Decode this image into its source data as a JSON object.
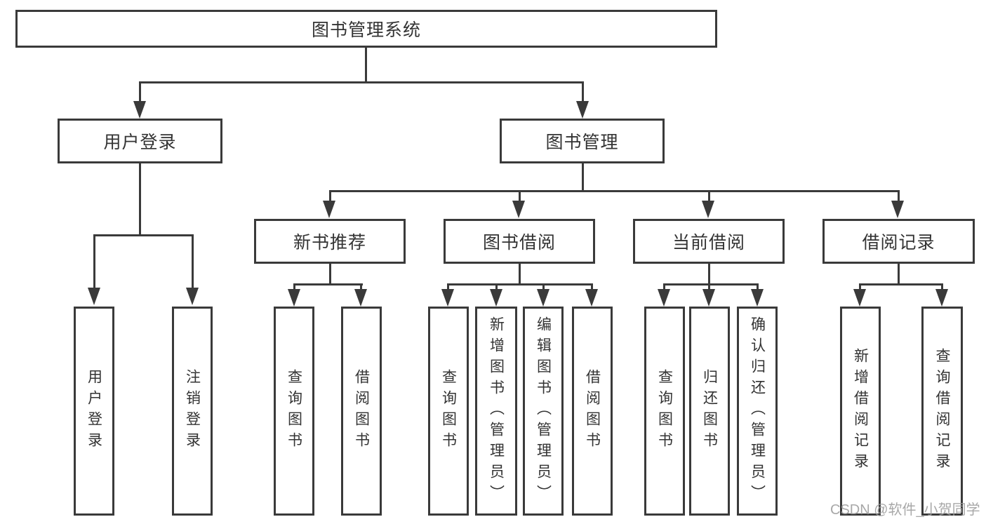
{
  "diagram": {
    "title_node": "图书管理系统",
    "root": {
      "label": "图书管理系统"
    },
    "level2": [
      {
        "label": "用户登录"
      },
      {
        "label": "图书管理"
      }
    ],
    "level3": [
      {
        "label": "新书推荐"
      },
      {
        "label": "图书借阅"
      },
      {
        "label": "当前借阅"
      },
      {
        "label": "借阅记录"
      }
    ],
    "leaves": [
      {
        "label": "用户登录",
        "parent": "用户登录"
      },
      {
        "label": "注销登录",
        "parent": "用户登录"
      },
      {
        "label": "查询图书",
        "parent": "新书推荐"
      },
      {
        "label": "借阅图书",
        "parent": "新书推荐"
      },
      {
        "label": "查询图书",
        "parent": "图书借阅"
      },
      {
        "label": "新增图书（管理员）",
        "parent": "图书借阅"
      },
      {
        "label": "编辑图书（管理员）",
        "parent": "图书借阅"
      },
      {
        "label": "借阅图书",
        "parent": "图书借阅"
      },
      {
        "label": "查询图书",
        "parent": "当前借阅"
      },
      {
        "label": "归还图书",
        "parent": "当前借阅"
      },
      {
        "label": "确认归还（管理员）",
        "parent": "当前借阅"
      },
      {
        "label": "新增借阅记录",
        "parent": "借阅记录"
      },
      {
        "label": "查询借阅记录",
        "parent": "借阅记录"
      }
    ]
  },
  "watermark": {
    "text": "CSDN @软件_小贺同学"
  },
  "colors": {
    "line": "#3a3a3a",
    "text": "#333333",
    "background": "#ffffff",
    "watermark": "#9e9e9e"
  }
}
